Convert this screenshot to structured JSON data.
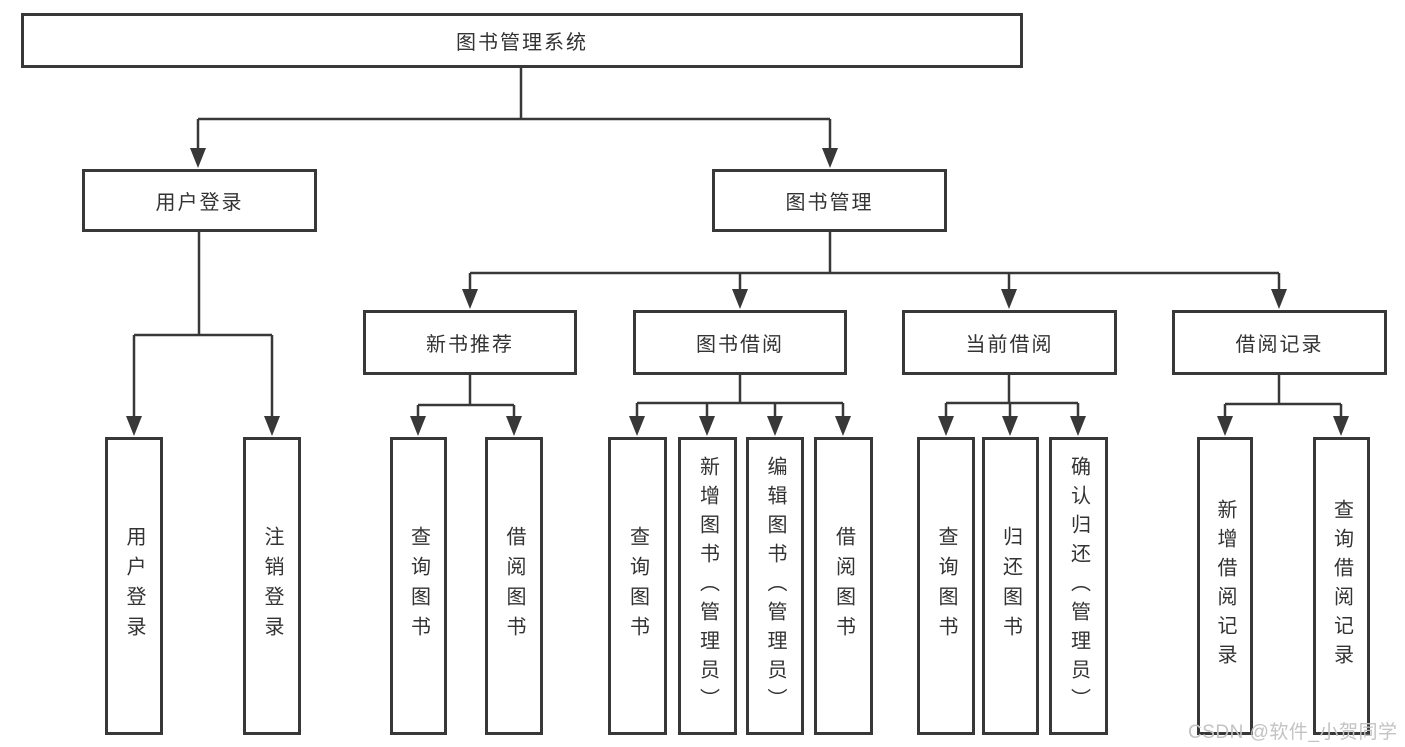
{
  "diagram": {
    "title": "图书管理系统",
    "root": {
      "label": "图书管理系统"
    },
    "level2": [
      {
        "id": "user-login",
        "label": "用户登录"
      },
      {
        "id": "book-management",
        "label": "图书管理"
      }
    ],
    "level3": [
      {
        "id": "new-book-recommend",
        "label": "新书推荐",
        "parent": "图书管理"
      },
      {
        "id": "book-borrowing",
        "label": "图书借阅",
        "parent": "图书管理"
      },
      {
        "id": "current-borrowing",
        "label": "当前借阅",
        "parent": "图书管理"
      },
      {
        "id": "borrowing-records",
        "label": "借阅记录",
        "parent": "图书管理"
      }
    ],
    "leaves": [
      {
        "id": "user-login-leaf",
        "label": "用户登录",
        "parent": "用户登录"
      },
      {
        "id": "logout-leaf",
        "label": "注销登录",
        "parent": "用户登录"
      },
      {
        "id": "query-books-recommend",
        "label": "查询图书",
        "parent": "新书推荐"
      },
      {
        "id": "borrow-books-recommend",
        "label": "借阅图书",
        "parent": "新书推荐"
      },
      {
        "id": "query-books-borrowing",
        "label": "查询图书",
        "parent": "图书借阅"
      },
      {
        "id": "add-books-admin",
        "label": "新增图书（管理员）",
        "parent": "图书借阅"
      },
      {
        "id": "edit-books-admin",
        "label": "编辑图书（管理员）",
        "parent": "图书借阅"
      },
      {
        "id": "borrow-books-borrowing",
        "label": "借阅图书",
        "parent": "图书借阅"
      },
      {
        "id": "query-books-current",
        "label": "查询图书",
        "parent": "当前借阅"
      },
      {
        "id": "return-books",
        "label": "归还图书",
        "parent": "当前借阅"
      },
      {
        "id": "confirm-return-admin",
        "label": "确认归还（管理员）",
        "parent": "当前借阅"
      },
      {
        "id": "add-borrow-record",
        "label": "新增借阅记录",
        "parent": "借阅记录"
      },
      {
        "id": "query-borrow-record",
        "label": "查询借阅记录",
        "parent": "借阅记录"
      }
    ],
    "watermark": "CSDN @软件_小贺同学",
    "colors": {
      "line": "#383838",
      "box_border": "#383838",
      "box_bg": "#ffffff",
      "text": "#333333",
      "watermark": "#c3c3c3"
    }
  }
}
